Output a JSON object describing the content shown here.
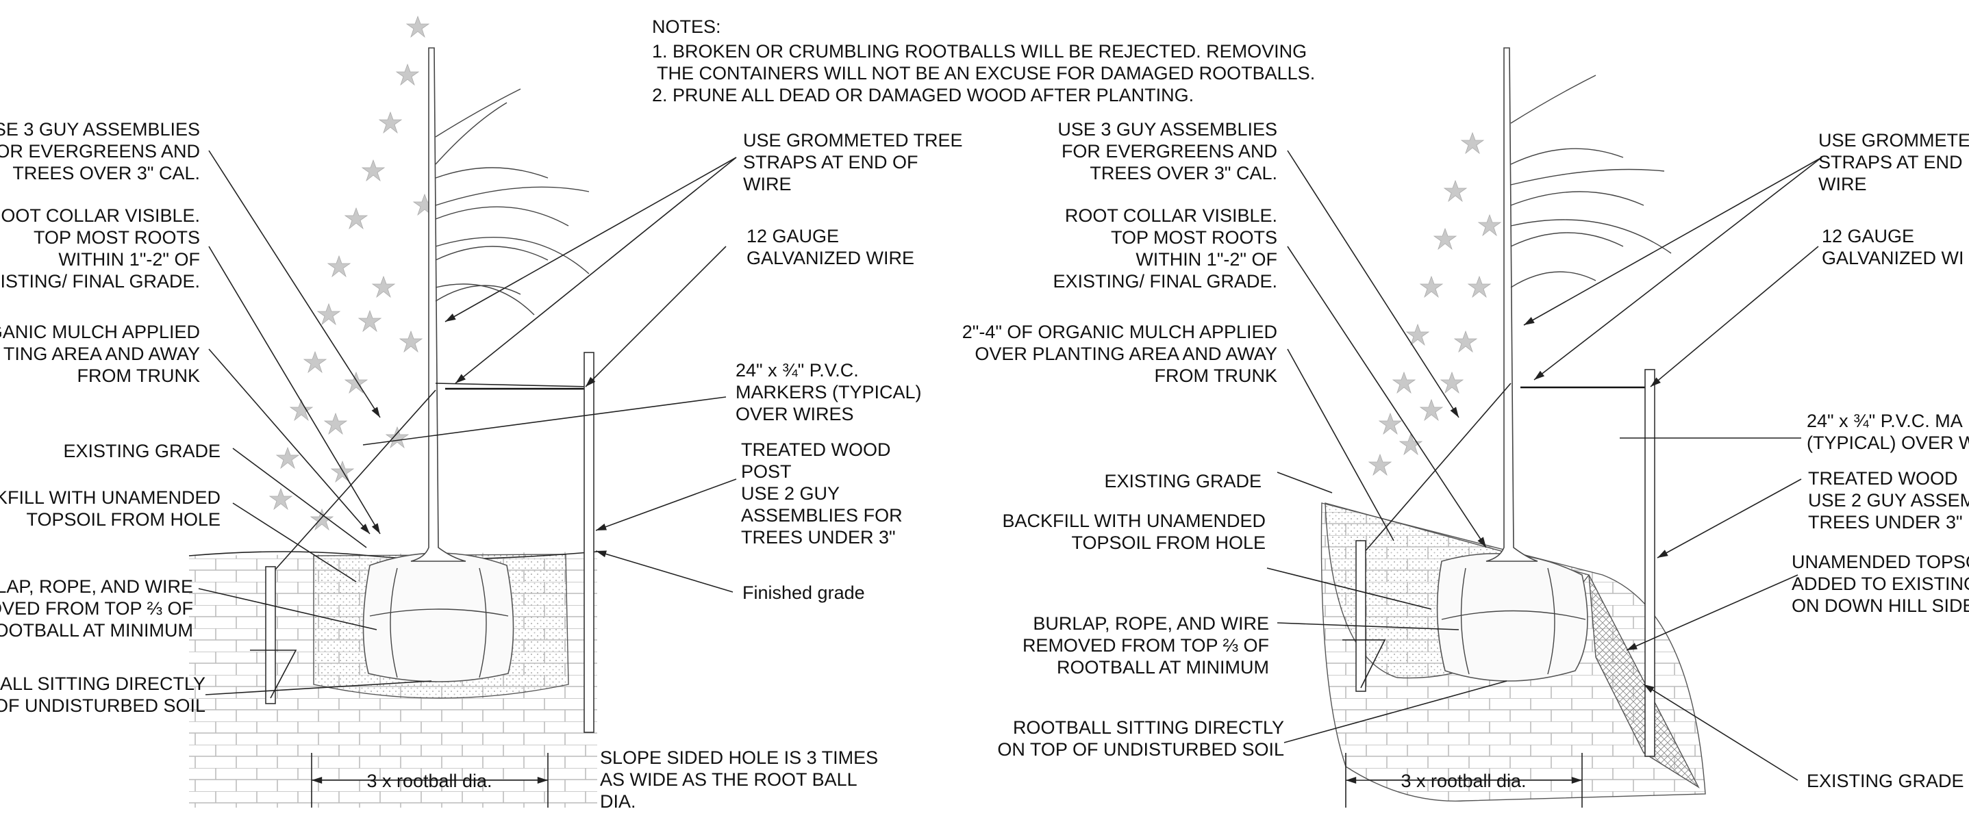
{
  "notes": {
    "title": "NOTES:",
    "items": [
      "1.   BROKEN OR CRUMBLING ROOTBALLS WILL BE REJECTED. REMOVING",
      "      THE CONTAINERS WILL NOT BE AN EXCUSE FOR DAMAGED ROOTBALLS.",
      "2.   PRUNE ALL DEAD OR DAMAGED WOOD AFTER PLANTING."
    ]
  },
  "left": {
    "guy3": [
      "SE 3 GUY ASSEMBLIES",
      "OR EVERGREENS AND",
      "TREES OVER 3\" CAL."
    ],
    "collar": [
      "ROOT COLLAR VISIBLE.",
      "TOP MOST ROOTS",
      "WITHIN 1\"-2\" OF",
      "XISTING/ FINAL GRADE."
    ],
    "mulch": [
      "GANIC MULCH APPLIED",
      "TING AREA AND AWAY",
      "FROM TRUNK"
    ],
    "grade": [
      "EXISTING GRADE"
    ],
    "backfill": [
      "KFILL WITH UNAMENDED",
      "TOPSOIL FROM HOLE"
    ],
    "burlap": [
      "LAP, ROPE, AND WIRE",
      "OVED FROM TOP ⅔ OF",
      "OOTBALL AT MINIMUM"
    ],
    "rootball": [
      "ALL SITTING DIRECTLY",
      "OF UNDISTURBED SOIL"
    ],
    "straps": [
      "USE GROMMETED TREE",
      "STRAPS AT END OF",
      "WIRE"
    ],
    "wire": [
      "12 GAUGE",
      "GALVANIZED WIRE"
    ],
    "pvc": [
      "24\" x ¾\" P.V.C.",
      "MARKERS (TYPICAL)",
      "OVER WIRES"
    ],
    "post": [
      "TREATED WOOD",
      "POST",
      "USE 2 GUY",
      "ASSEMBLIES FOR",
      "TREES UNDER 3\""
    ],
    "finished": [
      "Finished grade"
    ],
    "slope": [
      "SLOPE SIDED HOLE IS 3 TIMES",
      "AS WIDE AS THE ROOT BALL",
      "DIA."
    ],
    "dim": "3 x rootball dia."
  },
  "right": {
    "guy3": [
      "USE 3 GUY ASSEMBLIES",
      "FOR EVERGREENS AND",
      "TREES OVER 3\" CAL."
    ],
    "collar": [
      "ROOT COLLAR VISIBLE.",
      "TOP MOST ROOTS",
      "WITHIN 1\"-2\" OF",
      "EXISTING/ FINAL GRADE."
    ],
    "mulch": [
      "2\"-4\" OF ORGANIC MULCH APPLIED",
      "OVER PLANTING AREA AND AWAY",
      "FROM TRUNK"
    ],
    "grade": [
      "EXISTING GRADE"
    ],
    "backfill": [
      "BACKFILL WITH UNAMENDED",
      "TOPSOIL FROM HOLE"
    ],
    "burlap": [
      "BURLAP, ROPE, AND WIRE",
      "REMOVED FROM TOP ⅔ OF",
      "ROOTBALL AT MINIMUM"
    ],
    "rootball": [
      "ROOTBALL SITTING DIRECTLY",
      "ON TOP OF UNDISTURBED SOIL"
    ],
    "straps": [
      "USE GROMMETE",
      "STRAPS AT END",
      "WIRE"
    ],
    "wire": [
      "12 GAUGE",
      "GALVANIZED WI"
    ],
    "pvc": [
      "24\" x ¾\" P.V.C. MA",
      "(TYPICAL) OVER W"
    ],
    "post": [
      "TREATED WOOD",
      "USE 2 GUY ASSEM",
      "TREES UNDER 3\""
    ],
    "topsoil": [
      "UNAMENDED TOPSO",
      "ADDED TO EXISTING",
      "ON DOWN HILL SIDE"
    ],
    "grade2": [
      "EXISTING GRADE"
    ],
    "dim": "3 x rootball dia."
  }
}
